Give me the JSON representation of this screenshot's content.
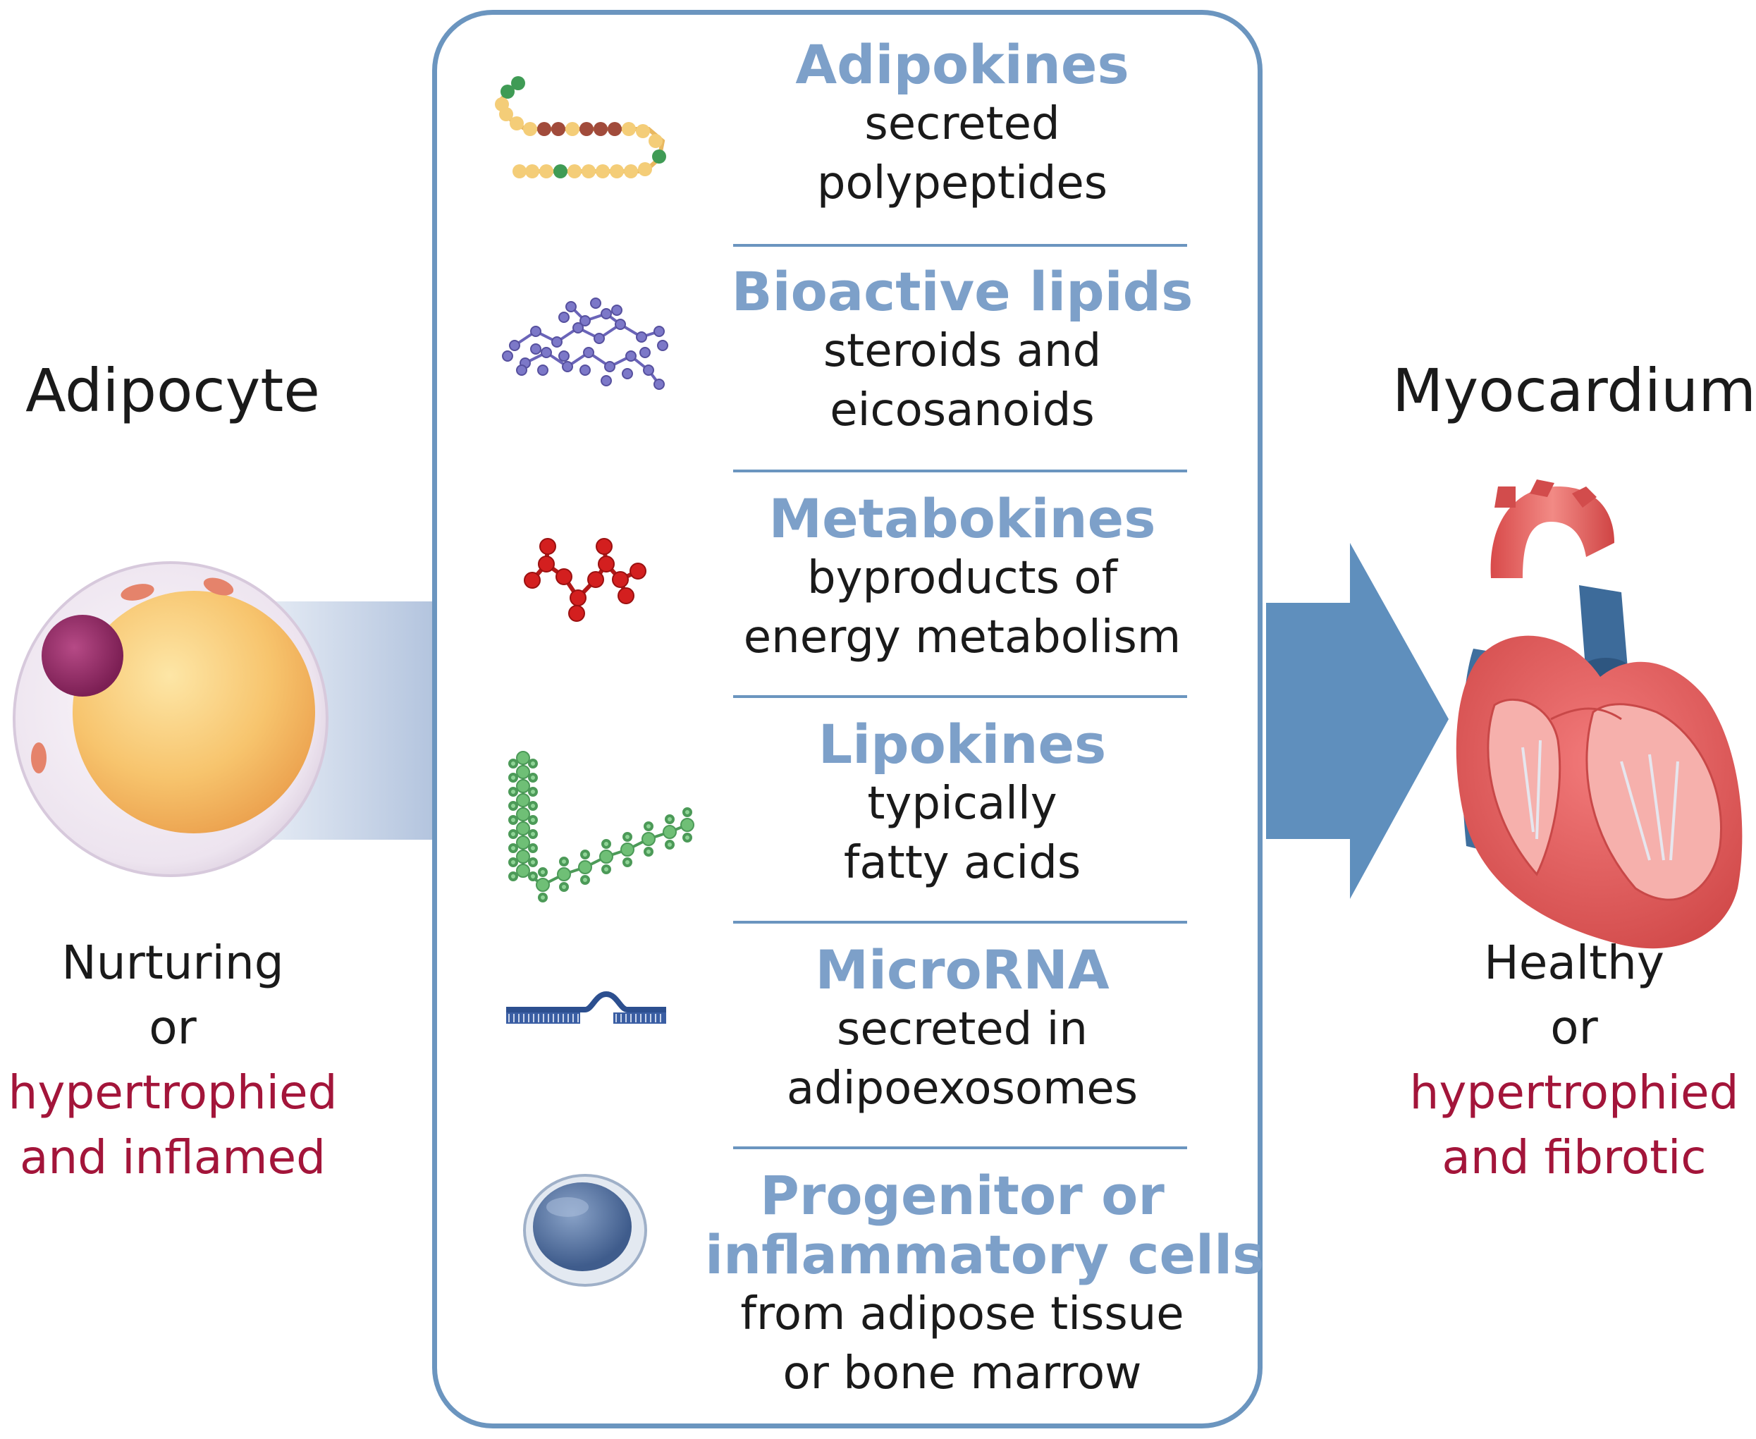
{
  "left": {
    "title": "Adipocyte",
    "line1": "Nurturing",
    "line2": "or",
    "line3": "hypertrophied",
    "line4": "and inflamed"
  },
  "right": {
    "title": "Myocardium",
    "line1": "Healthy",
    "line2": "or",
    "line3": "hypertrophied",
    "line4": "and fibrotic"
  },
  "items": [
    {
      "heading": "Adipokines",
      "desc1": "secreted",
      "desc2": "polypeptides",
      "icon": "peptide-chain-icon"
    },
    {
      "heading": "Bioactive lipids",
      "desc1": "steroids and",
      "desc2": "eicosanoids",
      "icon": "lipid-molecule-icon"
    },
    {
      "heading": "Metabokines",
      "desc1": "byproducts of",
      "desc2": "energy metabolism",
      "icon": "metabolite-molecule-icon"
    },
    {
      "heading": "Lipokines",
      "desc1": "typically",
      "desc2": "fatty acids",
      "icon": "fatty-acid-molecule-icon"
    },
    {
      "heading": "MicroRNA",
      "desc1": "secreted in",
      "desc2": "adipoexosomes",
      "icon": "microrna-icon"
    },
    {
      "heading1": "Progenitor or",
      "heading2": "inflammatory cells",
      "desc1": "from adipose tissue",
      "desc2": "or bone marrow",
      "icon": "cell-icon"
    }
  ],
  "colors": {
    "heading": "#7da0c9",
    "highlight": "#a3153a",
    "arrow": "#5f8fbd",
    "border": "#6b95bf"
  }
}
